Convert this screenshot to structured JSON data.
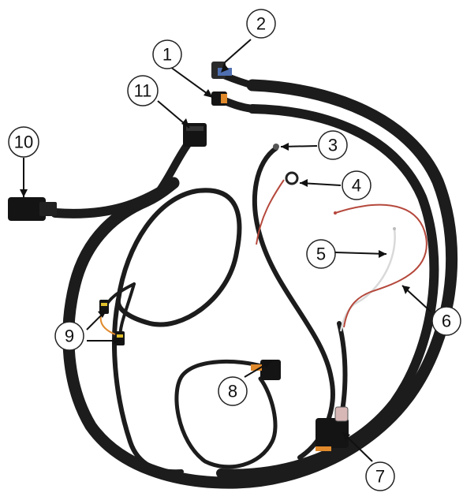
{
  "colors": {
    "background": "#ffffff",
    "harness": "#1c1c1c",
    "harness_highlight": "#3a3a3a",
    "red_wire": "#b5483c",
    "white_wire": "#d9d9d9",
    "connector_orange": "#e08a2c",
    "callout_stroke": "#222222",
    "callout_fill": "#ffffff"
  },
  "callouts": [
    {
      "id": "1",
      "label": "1"
    },
    {
      "id": "2",
      "label": "2"
    },
    {
      "id": "3",
      "label": "3"
    },
    {
      "id": "4",
      "label": "4"
    },
    {
      "id": "5",
      "label": "5"
    },
    {
      "id": "6",
      "label": "6"
    },
    {
      "id": "7",
      "label": "7"
    },
    {
      "id": "8",
      "label": "8"
    },
    {
      "id": "9",
      "label": "9"
    },
    {
      "id": "10",
      "label": "10"
    },
    {
      "id": "11",
      "label": "11"
    }
  ],
  "components": [
    {
      "name": "connector-1-icon"
    },
    {
      "name": "connector-2-icon"
    },
    {
      "name": "ground-wire-3-icon"
    },
    {
      "name": "ring-terminal-4-icon"
    },
    {
      "name": "white-wire-5-icon"
    },
    {
      "name": "red-wire-6-icon"
    },
    {
      "name": "relay-7-icon"
    },
    {
      "name": "connector-8-icon"
    },
    {
      "name": "sealed-connectors-9-icon"
    },
    {
      "name": "connector-10-icon"
    },
    {
      "name": "connector-11-icon"
    }
  ]
}
